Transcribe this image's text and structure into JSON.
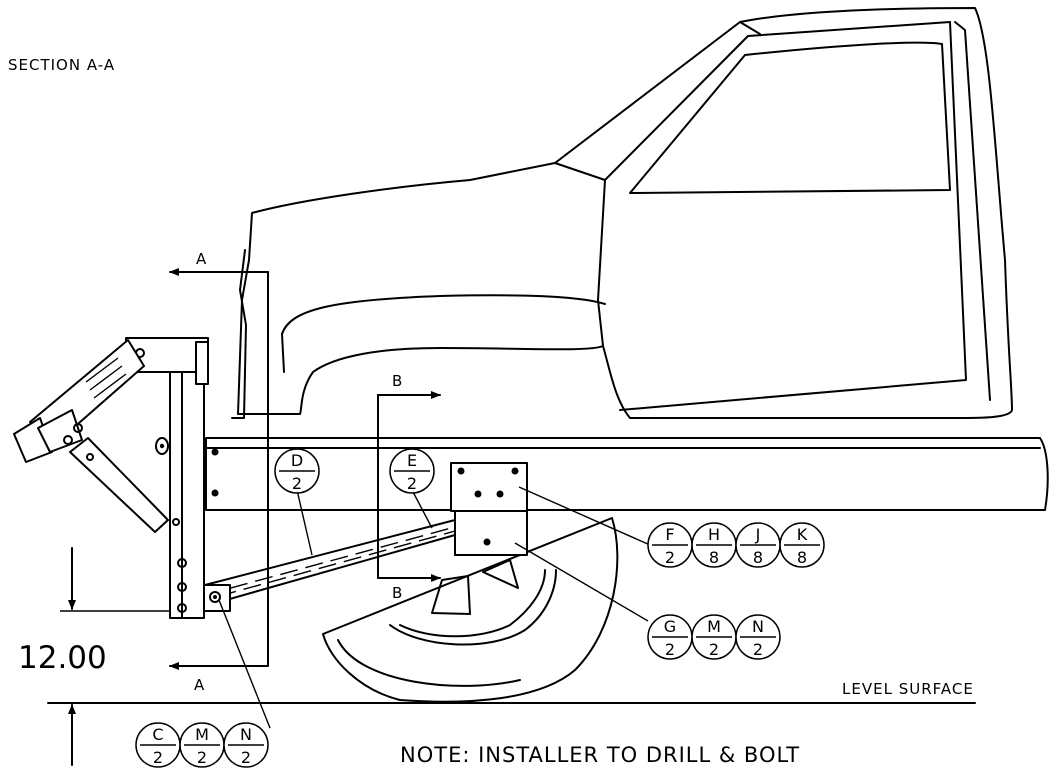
{
  "labels": {
    "section_title": "SECTION A-A",
    "section_mark": "A",
    "section_mark_b": "B",
    "height_dim": "12.00",
    "level_surface": "LEVEL SURFACE",
    "note": "NOTE: INSTALLER TO DRILL & BOLT"
  },
  "callouts": [
    {
      "name": "callout-d",
      "items": [
        {
          "letter": "D",
          "qty": "2"
        }
      ]
    },
    {
      "name": "callout-e",
      "items": [
        {
          "letter": "E",
          "qty": "2"
        }
      ]
    },
    {
      "name": "callout-fhjk",
      "items": [
        {
          "letter": "F",
          "qty": "2"
        },
        {
          "letter": "H",
          "qty": "8"
        },
        {
          "letter": "J",
          "qty": "8"
        },
        {
          "letter": "K",
          "qty": "8"
        }
      ]
    },
    {
      "name": "callout-gmn",
      "items": [
        {
          "letter": "G",
          "qty": "2"
        },
        {
          "letter": "M",
          "qty": "2"
        },
        {
          "letter": "N",
          "qty": "2"
        }
      ]
    },
    {
      "name": "callout-cmn",
      "items": [
        {
          "letter": "C",
          "qty": "2"
        },
        {
          "letter": "M",
          "qty": "2"
        },
        {
          "letter": "N",
          "qty": "2"
        }
      ]
    }
  ],
  "colors": {
    "ink": "#000000",
    "paper": "#ffffff"
  }
}
